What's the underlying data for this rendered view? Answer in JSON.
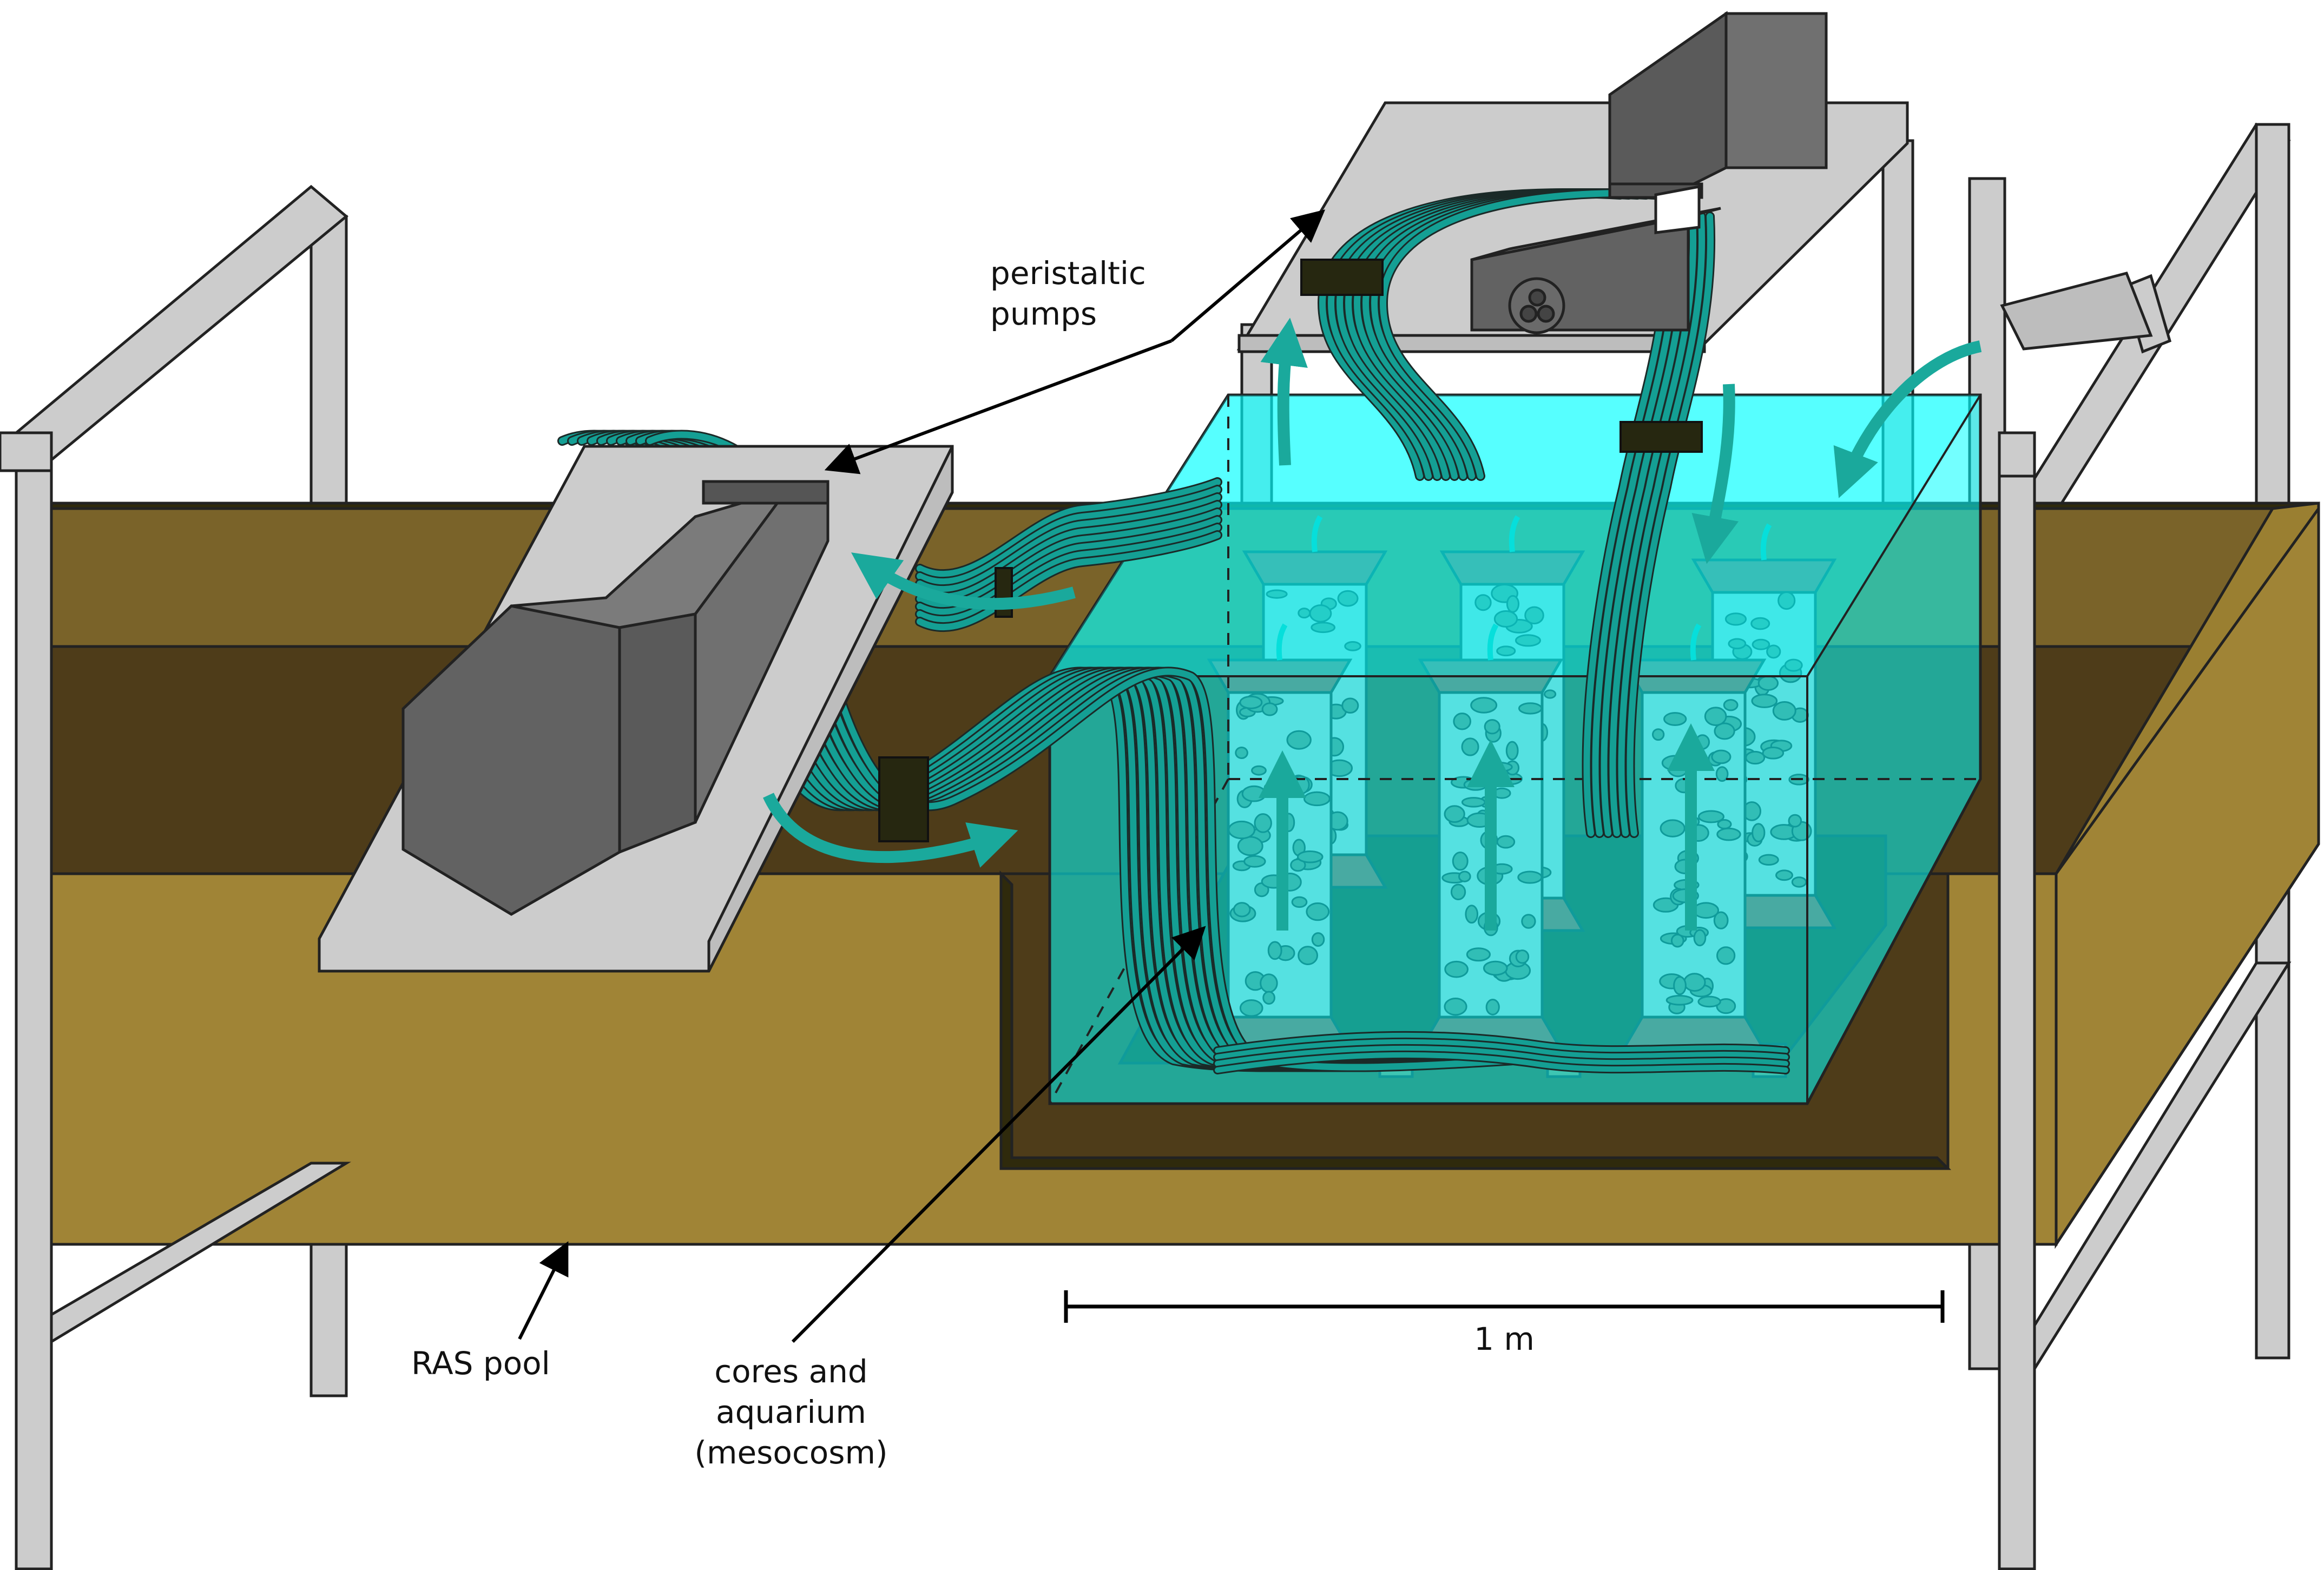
{
  "labels": {
    "pumps_line1": "peristaltic",
    "pumps_line2": "pumps",
    "pool": "RAS pool",
    "cores_line1": "cores and",
    "cores_line2": "aquarium",
    "cores_line3": "(mesocosm)",
    "scale": "1 m"
  },
  "colors": {
    "pool_gold": "#a08436",
    "pool_dark": "#4e3c19",
    "pool_deep": "#2f2a0c",
    "tank_water": "#00ffff",
    "tube_teal": "#149f94",
    "tube_clip": "#262710",
    "pump_grey": "#626262",
    "shelf_grey": "#cccccc",
    "core_cap": "#9f4431",
    "core_fill": "#bdbdbd",
    "flow_arrow": "#1aa99c"
  }
}
